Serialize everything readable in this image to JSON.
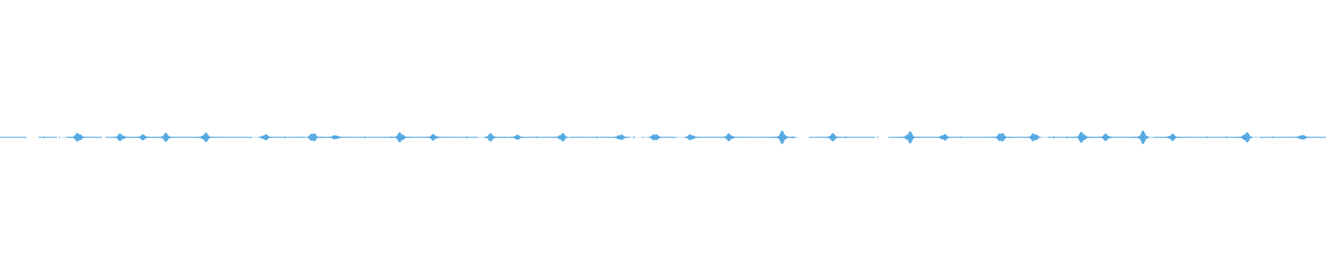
{
  "waveform": {
    "color": "#4aa3e0",
    "background": "#ffffff",
    "duration_fraction_scale": 1.0,
    "segments": [
      [
        0.0,
        0.02
      ],
      [
        0.029,
        0.043
      ],
      [
        0.05,
        0.077
      ],
      [
        0.08,
        0.12
      ],
      [
        0.125,
        0.19
      ],
      [
        0.2,
        0.23
      ],
      [
        0.24,
        0.36
      ],
      [
        0.37,
        0.42
      ],
      [
        0.43,
        0.475
      ],
      [
        0.49,
        0.51
      ],
      [
        0.52,
        0.6
      ],
      [
        0.61,
        0.66
      ],
      [
        0.67,
        0.78
      ],
      [
        0.79,
        0.86
      ],
      [
        0.87,
        0.94
      ],
      [
        0.95,
        1.0
      ]
    ],
    "bursts": [
      {
        "t": 0.059,
        "amp": 0.7
      },
      {
        "t": 0.091,
        "amp": 0.55
      },
      {
        "t": 0.108,
        "amp": 0.4
      },
      {
        "t": 0.125,
        "amp": 0.6
      },
      {
        "t": 0.155,
        "amp": 0.65
      },
      {
        "t": 0.2,
        "amp": 0.45
      },
      {
        "t": 0.236,
        "amp": 0.7
      },
      {
        "t": 0.253,
        "amp": 0.35
      },
      {
        "t": 0.302,
        "amp": 0.75
      },
      {
        "t": 0.327,
        "amp": 0.45
      },
      {
        "t": 0.37,
        "amp": 0.55
      },
      {
        "t": 0.39,
        "amp": 0.35
      },
      {
        "t": 0.424,
        "amp": 0.6
      },
      {
        "t": 0.468,
        "amp": 0.45
      },
      {
        "t": 0.494,
        "amp": 0.55
      },
      {
        "t": 0.521,
        "amp": 0.45
      },
      {
        "t": 0.55,
        "amp": 0.55
      },
      {
        "t": 0.59,
        "amp": 0.9
      },
      {
        "t": 0.628,
        "amp": 0.55
      },
      {
        "t": 0.686,
        "amp": 0.85
      },
      {
        "t": 0.712,
        "amp": 0.5
      },
      {
        "t": 0.755,
        "amp": 0.75
      },
      {
        "t": 0.78,
        "amp": 0.65
      },
      {
        "t": 0.816,
        "amp": 0.8
      },
      {
        "t": 0.834,
        "amp": 0.5
      },
      {
        "t": 0.862,
        "amp": 0.9
      },
      {
        "t": 0.884,
        "amp": 0.5
      },
      {
        "t": 0.94,
        "amp": 0.75
      },
      {
        "t": 0.982,
        "amp": 0.4
      }
    ],
    "small_ticks": [
      0.033,
      0.045,
      0.197,
      0.215,
      0.275,
      0.295,
      0.352,
      0.405,
      0.45,
      0.478,
      0.485,
      0.598,
      0.638,
      0.662,
      0.725,
      0.795,
      0.805,
      0.91,
      0.925,
      0.96
    ]
  }
}
